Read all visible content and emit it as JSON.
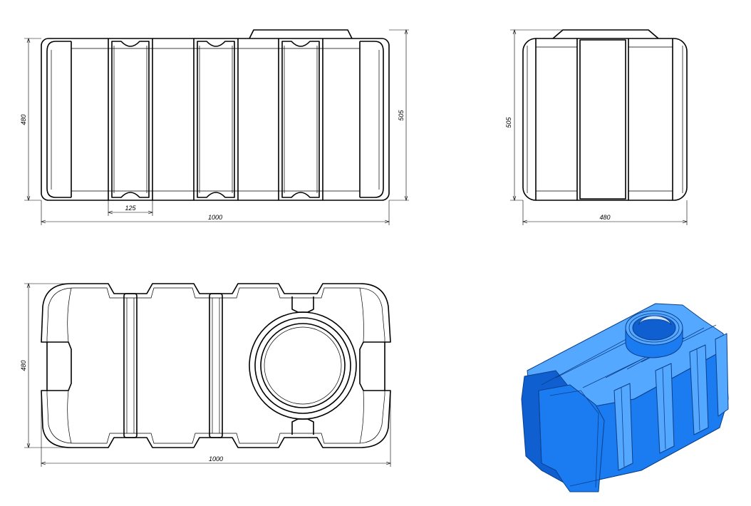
{
  "views": {
    "front": {
      "dim_height_left": "480",
      "dim_height_right": "505",
      "dim_rib_width": "125",
      "dim_length": "1000"
    },
    "side": {
      "dim_height": "505",
      "dim_width": "480"
    },
    "top": {
      "dim_width": "480",
      "dim_length": "1000"
    },
    "iso": {
      "color": "#1a7cf0"
    }
  }
}
